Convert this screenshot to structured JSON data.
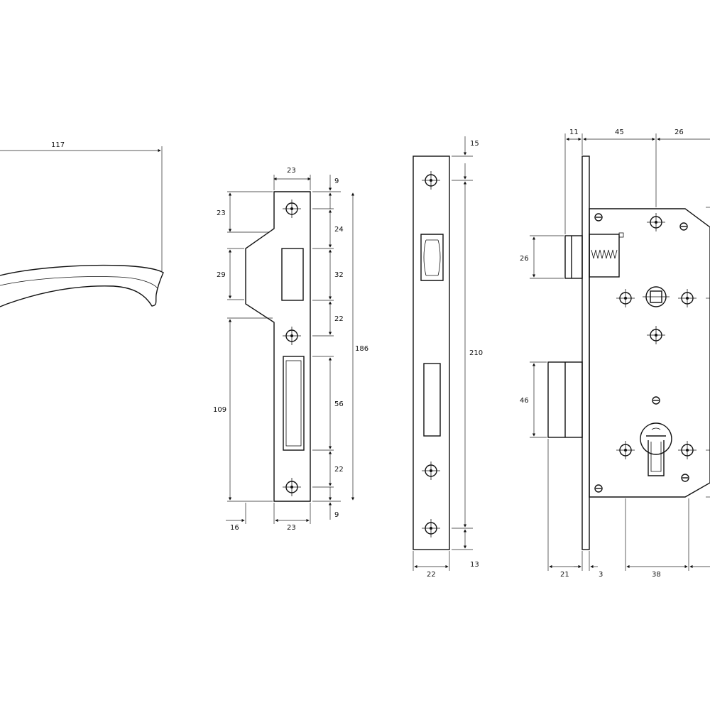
{
  "figure": {
    "handle": {
      "length": "117"
    },
    "strike_plate": {
      "width_top": "23",
      "top_margin": "9",
      "notch_top": "23",
      "notch_mid": "29",
      "lower_height": "109",
      "seg_24": "24",
      "seg_32": "32",
      "seg_22a": "22",
      "seg_56": "56",
      "seg_22b": "22",
      "bottom_margin": "9",
      "total_height": "186",
      "offset": "16",
      "width_bottom": "23"
    },
    "faceplate": {
      "top": "15",
      "length": "210",
      "bottom": "13",
      "width": "22"
    },
    "lock_body": {
      "face": "11",
      "backset_top": "45",
      "top_right": "26",
      "latch": "26",
      "bolt": "46",
      "throw": "21",
      "thickness": "3",
      "backset_bottom": "38"
    }
  }
}
